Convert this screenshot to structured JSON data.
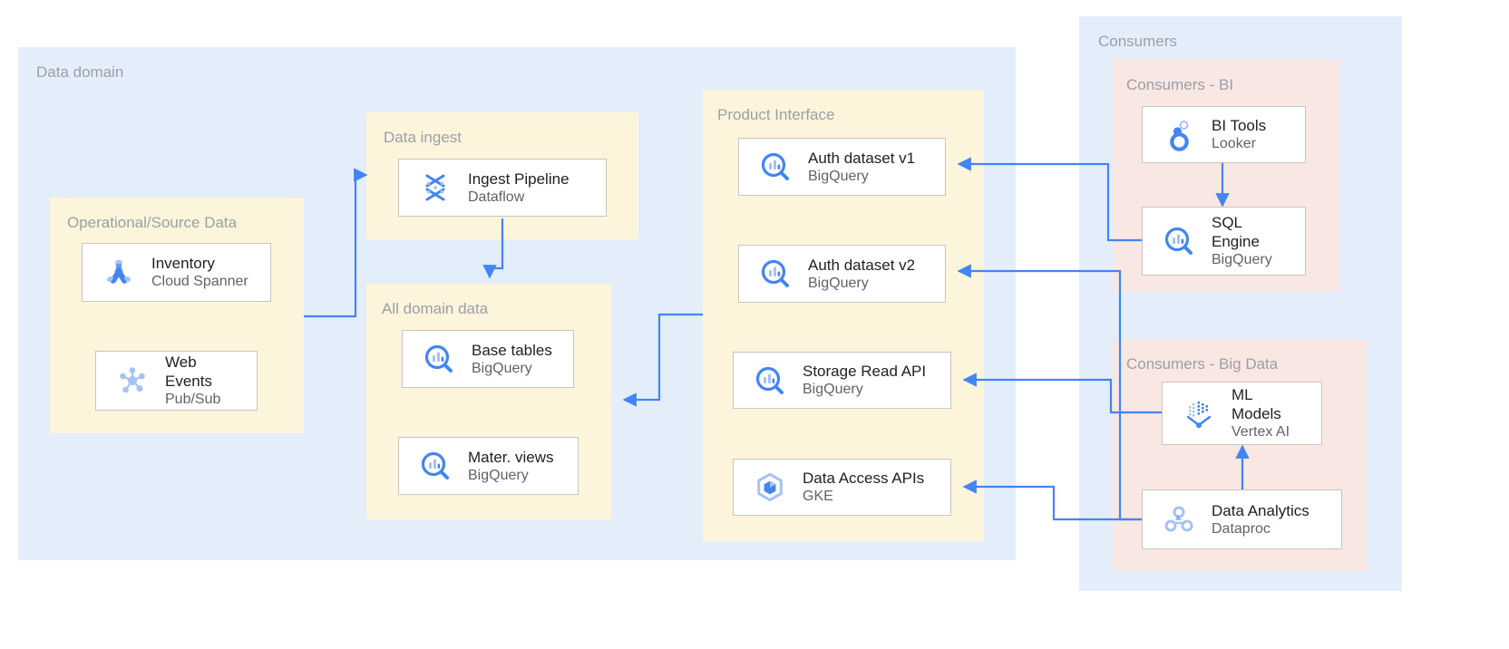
{
  "groups": {
    "data_domain": {
      "label": "Data domain"
    },
    "operational": {
      "label": "Operational/Source Data"
    },
    "data_ingest": {
      "label": "Data ingest"
    },
    "all_domain_data": {
      "label": "All domain data"
    },
    "product_interface": {
      "label": "Product Interface"
    },
    "consumers": {
      "label": "Consumers"
    },
    "consumers_bi": {
      "label": "Consumers - BI"
    },
    "consumers_big_data": {
      "label": "Consumers - Big Data"
    }
  },
  "nodes": {
    "inventory": {
      "title": "Inventory",
      "subtitle": "Cloud Spanner",
      "icon": "cloud-spanner-icon"
    },
    "web_events": {
      "title": "Web\nEvents",
      "title_l1": "Web",
      "title_l2": "Events",
      "subtitle": "Pub/Sub",
      "icon": "pubsub-icon"
    },
    "ingest_pipeline": {
      "title": "Ingest Pipeline",
      "subtitle": "Dataflow",
      "icon": "dataflow-icon"
    },
    "base_tables": {
      "title": "Base tables",
      "subtitle": "BigQuery",
      "icon": "bigquery-icon"
    },
    "mater_views": {
      "title": "Mater. views",
      "subtitle": "BigQuery",
      "icon": "bigquery-icon"
    },
    "auth_dataset_v1": {
      "title": "Auth dataset v1",
      "subtitle": "BigQuery",
      "icon": "bigquery-icon"
    },
    "auth_dataset_v2": {
      "title": "Auth dataset v2",
      "subtitle": "BigQuery",
      "icon": "bigquery-icon"
    },
    "storage_read_api": {
      "title": "Storage Read API",
      "subtitle": "BigQuery",
      "icon": "bigquery-icon"
    },
    "data_access_apis": {
      "title": "Data Access APIs",
      "subtitle": "GKE",
      "icon": "gke-icon"
    },
    "bi_tools": {
      "title": "BI Tools",
      "subtitle": "Looker",
      "icon": "looker-icon"
    },
    "sql_engine": {
      "title_l1": "SQL",
      "title_l2": "Engine",
      "subtitle": "BigQuery",
      "icon": "bigquery-icon"
    },
    "ml_models": {
      "title_l1": "ML",
      "title_l2": "Models",
      "subtitle": "Vertex AI",
      "icon": "vertex-ai-icon"
    },
    "data_analytics": {
      "title": "Data Analytics",
      "subtitle": "Dataproc",
      "icon": "dataproc-icon"
    }
  },
  "colors": {
    "panel_blue": "#e4eefb",
    "panel_cream": "#fdf4dc",
    "panel_pink": "#f9e7e3",
    "arrow": "#4285f4",
    "group_title": "#9aa0a6",
    "node_title": "#202124",
    "node_subtitle": "#5f6368",
    "node_border": "#c9c5bd",
    "icon_blue": "#4285f4",
    "icon_light_blue": "#a5c2f5"
  },
  "connections": [
    {
      "from": "operational",
      "to": "ingest_pipeline",
      "type": "arrow"
    },
    {
      "from": "ingest_pipeline",
      "to": "all_domain_data",
      "type": "arrow"
    },
    {
      "from": "product_interface",
      "to": "all_domain_data",
      "type": "arrow"
    },
    {
      "from": "sql_engine",
      "to": "auth_dataset_v1",
      "type": "arrow"
    },
    {
      "from": "data_analytics",
      "to": "auth_dataset_v2",
      "type": "arrow"
    },
    {
      "from": "ml_models",
      "to": "storage_read_api",
      "type": "arrow"
    },
    {
      "from": "data_analytics",
      "to": "data_access_apis",
      "type": "arrow"
    },
    {
      "from": "bi_tools",
      "to": "sql_engine",
      "type": "arrow"
    },
    {
      "from": "data_analytics",
      "to": "ml_models",
      "type": "arrow"
    }
  ]
}
